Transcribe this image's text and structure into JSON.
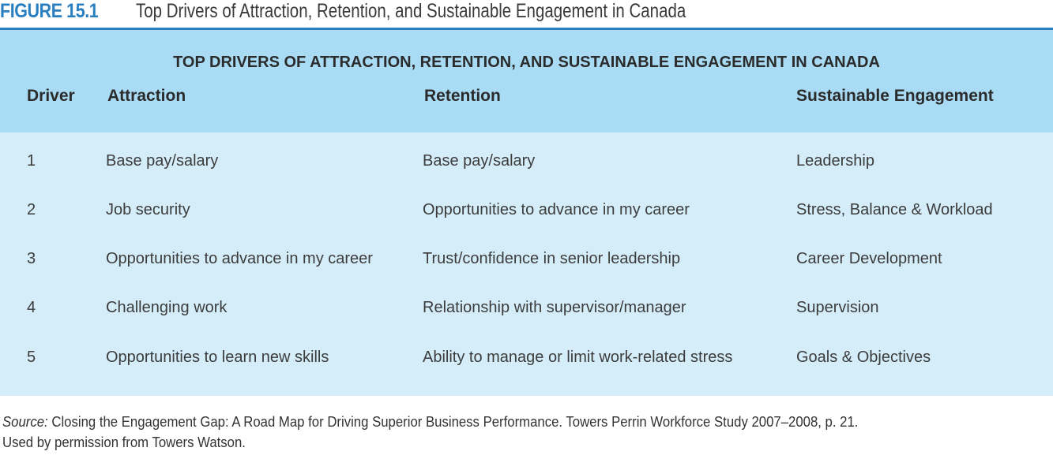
{
  "figure": {
    "label": "FIGURE 15.1",
    "title": "Top Drivers of Attraction, Retention, and Sustainable Engagement in Canada",
    "colors": {
      "accent": "#2a7fc0",
      "header_band": "#a9dcf4",
      "body_band": "#d4edf9"
    }
  },
  "table": {
    "title": "TOP DRIVERS OF ATTRACTION, RETENTION, AND SUSTAINABLE ENGAGEMENT IN CANADA",
    "columns": [
      "Driver",
      "Attraction",
      "Retention",
      "Sustainable Engagement"
    ],
    "rows": [
      [
        "1",
        "Base pay/salary",
        "Base pay/salary",
        "Leadership"
      ],
      [
        "2",
        "Job security",
        "Opportunities to advance in my career",
        "Stress, Balance & Workload"
      ],
      [
        "3",
        "Opportunities to advance in my career",
        "Trust/confidence in senior leadership",
        "Career Development"
      ],
      [
        "4",
        "Challenging work",
        "Relationship with supervisor/manager",
        "Supervision"
      ],
      [
        "5",
        "Opportunities to learn new skills",
        "Ability to manage or limit work-related stress",
        "Goals & Objectives"
      ]
    ]
  },
  "source": {
    "label": "Source:",
    "text_line1": "Closing the Engagement Gap: A Road Map for Driving Superior Business Performance. Towers Perrin Workforce Study 2007–2008, p. 21.",
    "text_line2": "Used by permission from Towers Watson."
  }
}
